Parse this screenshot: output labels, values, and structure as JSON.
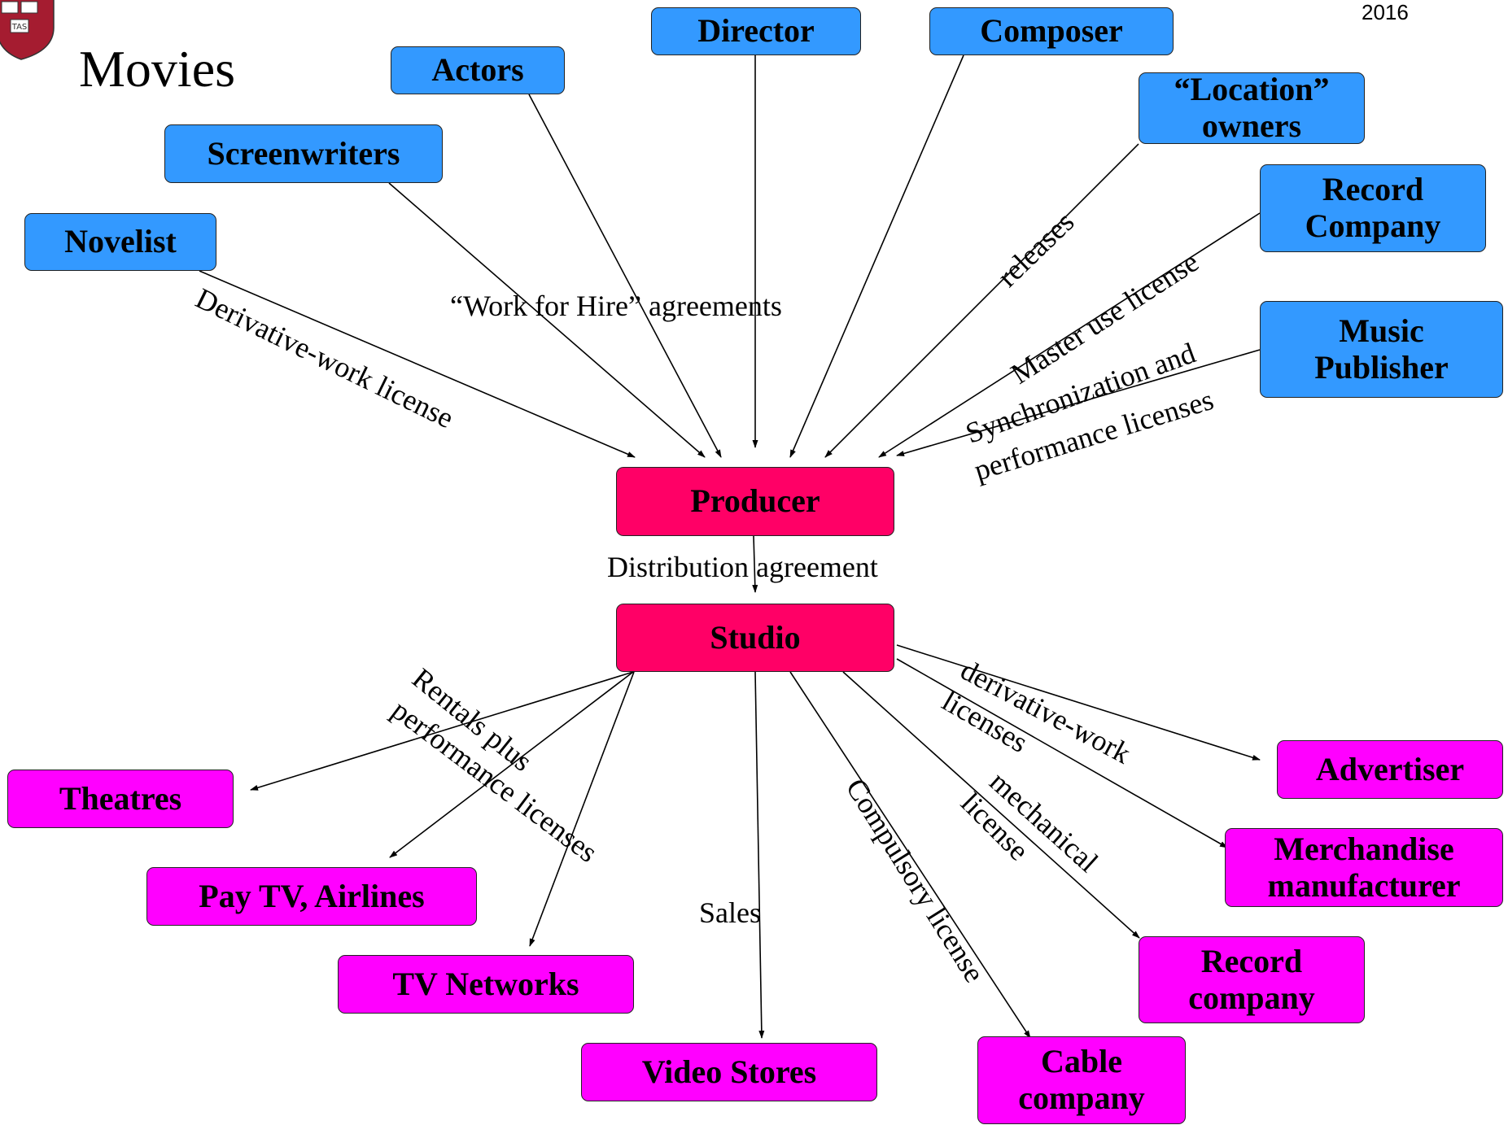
{
  "title": "Movies",
  "year": "2016",
  "colors": {
    "source": "#3399ff",
    "center": "#ff0066",
    "outlet": "#ff00ff",
    "line": "#000000"
  },
  "logo": {
    "text": "VE RI TAS"
  },
  "nodes": {
    "director": "Director",
    "composer": "Composer",
    "actors": "Actors",
    "location_owners": "“Location”\nowners",
    "screenwriters": "Screenwriters",
    "record_company_source": "Record\nCompany",
    "novelist": "Novelist",
    "music_publisher": "Music\nPublisher",
    "producer": "Producer",
    "studio": "Studio",
    "theatres": "Theatres",
    "advertiser": "Advertiser",
    "merchandise": "Merchandise\nmanufacturer",
    "pay_tv": "Pay TV, Airlines",
    "tv_networks": "TV Networks",
    "record_company_outlet": "Record\ncompany",
    "video_stores": "Video Stores",
    "cable_company": "Cable\ncompany"
  },
  "edge_labels": {
    "derivative_work": "Derivative-work license",
    "work_for_hire": "“Work for Hire” agreements",
    "releases": "releases",
    "master_use": "Master use license",
    "sync_1": "Synchronization and",
    "sync_2": "performance licenses",
    "distribution": "Distribution agreement",
    "rentals_1": "Rentals plus",
    "rentals_2": "performance licenses",
    "sales": "Sales",
    "compulsory": "Compulsory license",
    "mechanical_1": "mechanical",
    "mechanical_2": "license",
    "derivative_out_1": "derivative-work",
    "derivative_out_2": "licenses"
  }
}
